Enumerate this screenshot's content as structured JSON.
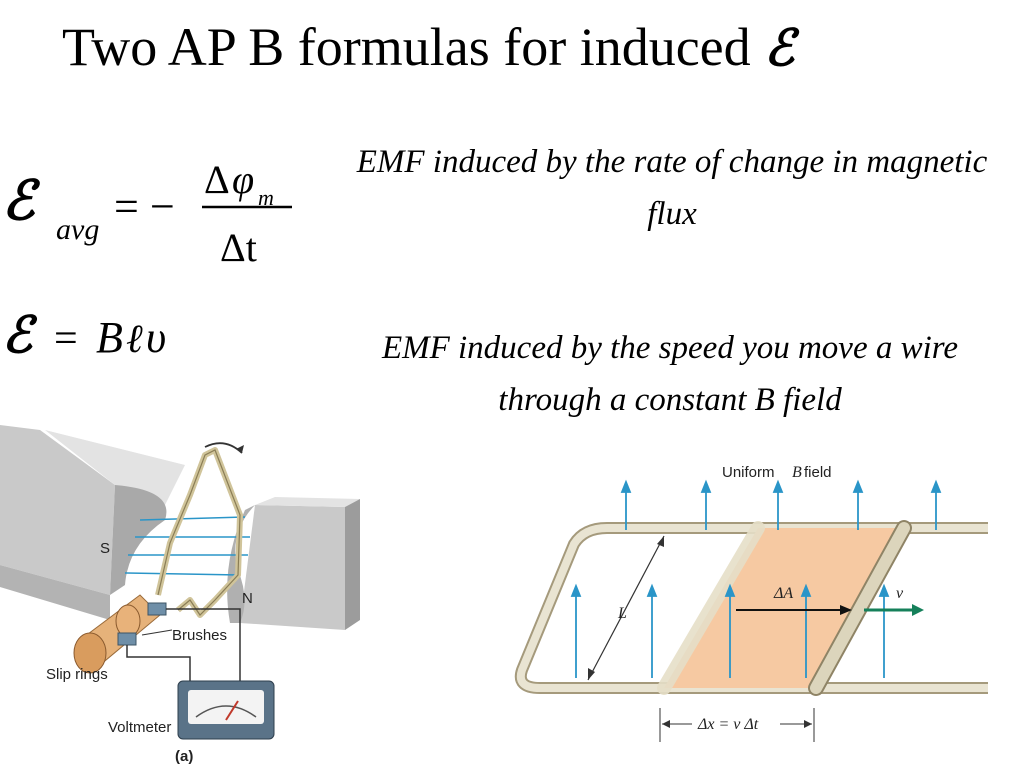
{
  "slide": {
    "title_text": "Two AP B formulas for induced",
    "title_symbol": "ℰ"
  },
  "formula1": {
    "lhs_symbol": "ℰ",
    "lhs_subscript": "avg",
    "equals": "=",
    "minus": "−",
    "numerator_delta": "Δ",
    "numerator_phi": "φ",
    "numerator_subscript": "m",
    "denominator": "Δt",
    "description": "EMF induced by the rate of change in magnetic flux"
  },
  "formula2": {
    "lhs_symbol": "ℰ",
    "equals": "=",
    "rhs_B": "B",
    "rhs_ell": "ℓ",
    "rhs_v": "υ",
    "description": "EMF induced by the speed you move a wire through a constant B field"
  },
  "generator_figure": {
    "pole_s": "S",
    "pole_n": "N",
    "brushes": "Brushes",
    "slip_rings": "Slip rings",
    "voltmeter": "Voltmeter",
    "caption": "(a)"
  },
  "rail_figure": {
    "field_label_prefix": "Uniform ",
    "field_label_B": "B",
    "field_label_suffix": " field",
    "length_label": "L",
    "area_label": "ΔA",
    "velocity_label": "v",
    "dx_label": "Δx = v Δt"
  },
  "colors": {
    "field_arrow": "#2a95c8",
    "area_fill": "#f6c9a2",
    "rod": "#d8d2b8",
    "velocity_arrow": "#15805a"
  }
}
